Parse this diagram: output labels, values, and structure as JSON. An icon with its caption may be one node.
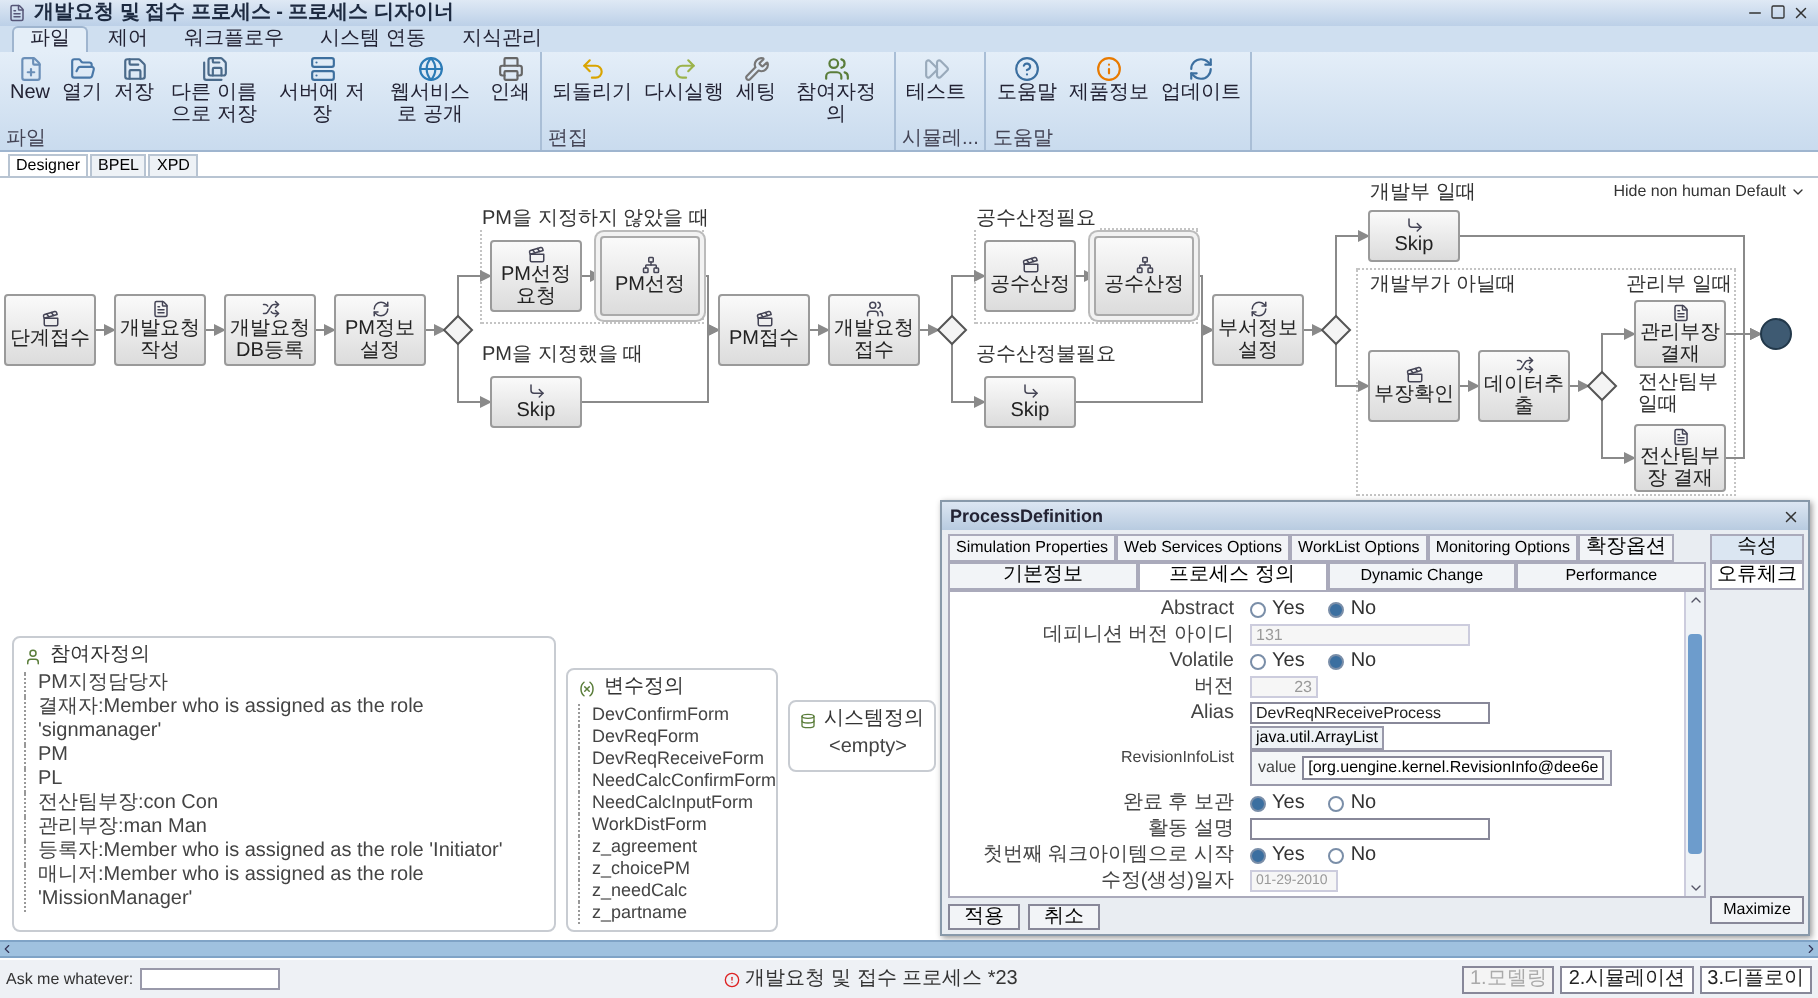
{
  "diagram": {
    "title": "개발요청 및 접수 프로세스 - 프로세스 디자이너",
    "nodes": [
      {
        "text": [
          "단계접수"
        ]
      },
      {
        "text": [
          "개발요청 작성"
        ]
      },
      {
        "text": [
          "개발요청 DB등록"
        ]
      },
      {
        "text": [
          "PM정보 설정"
        ]
      },
      {
        "text": [],
        "shape": "diamond"
      },
      {
        "text": [
          "PM선정 요청"
        ]
      },
      {
        "text": [
          "PM선정"
        ]
      },
      {
        "text": [
          "Skip"
        ]
      },
      {
        "text": [
          "PM접수"
        ]
      },
      {
        "text": [
          "개발요청 접수"
        ]
      },
      {
        "text": [],
        "shape": "diamond"
      },
      {
        "text": [
          "공수산정"
        ]
      },
      {
        "text": [
          "공수산정"
        ]
      },
      {
        "text": [
          "Skip"
        ]
      },
      {
        "text": [
          "부서정보 설정"
        ]
      },
      {
        "text": [],
        "shape": "diamond"
      },
      {
        "text": [
          "Skip"
        ]
      },
      {
        "text": [
          "부장확인"
        ]
      },
      {
        "text": [
          "데이터추출"
        ]
      },
      {
        "text": [],
        "shape": "diamond"
      },
      {
        "text": [
          "관리부장 결재"
        ]
      },
      {
        "text": [
          "전산팀부장 결재"
        ]
      },
      {
        "text": [],
        "shape": "circle"
      },
      {
        "text": [
          "참여자정의",
          "PM지정담당자",
          "결재자:Member who is assigned as the role 'signmanager'",
          "PM",
          "PL",
          "전산팀부장:con Con",
          "관리부장:man Man",
          "등록자:Member who is assigned as the role 'Initiator'",
          "매니저:Member who is assigned as the role 'MissionManager'"
        ]
      },
      {
        "text": [
          "변수정의",
          "DevConfirmForm",
          "DevReqForm",
          "DevReqReceiveForm",
          "NeedCalcConfirmForm",
          "NeedCalcInputForm",
          "WorkDistForm",
          "z_agreement",
          "z_choicePM",
          "z_needCalc",
          "z_partname"
        ]
      },
      {
        "text": [
          "시스템정의",
          "<empty>"
        ]
      }
    ],
    "edges": [
      {
        "from": 0,
        "to": 1,
        "arrow": "to"
      },
      {
        "from": 1,
        "to": 2,
        "arrow": "to"
      },
      {
        "from": 2,
        "to": 3,
        "arrow": "to"
      },
      {
        "from": 3,
        "to": 4,
        "arrow": "to"
      },
      {
        "from": 4,
        "to": 5,
        "arrow": "to",
        "label": "PM을 지정하지 않았을 때"
      },
      {
        "from": 5,
        "to": 6,
        "arrow": "to"
      },
      {
        "from": 4,
        "to": 7,
        "arrow": "to",
        "label": "PM을 지정했을 때"
      },
      {
        "from": 6,
        "to": 8,
        "arrow": "to"
      },
      {
        "from": 7,
        "to": 8,
        "arrow": "to"
      },
      {
        "from": 8,
        "to": 9,
        "arrow": "to"
      },
      {
        "from": 9,
        "to": 10,
        "arrow": "to"
      },
      {
        "from": 10,
        "to": 11,
        "arrow": "to",
        "label": "공수산정필요"
      },
      {
        "from": 11,
        "to": 12,
        "arrow": "to"
      },
      {
        "from": 10,
        "to": 13,
        "arrow": "to",
        "label": "공수산정불필요"
      },
      {
        "from": 12,
        "to": 14,
        "arrow": "to"
      },
      {
        "from": 13,
        "to": 14,
        "arrow": "to"
      },
      {
        "from": 14,
        "to": 15,
        "arrow": "to"
      },
      {
        "from": 15,
        "to": 16,
        "arrow": "to",
        "label": "개발부 일때"
      },
      {
        "from": 15,
        "to": 17,
        "arrow": "to",
        "label": "개발부가 아닐때"
      },
      {
        "from": 17,
        "to": 18,
        "arrow": "to"
      },
      {
        "from": 18,
        "to": 19,
        "arrow": "to"
      },
      {
        "from": 19,
        "to": 20,
        "arrow": "to",
        "label": "관리부 일때"
      },
      {
        "from": 19,
        "to": 21,
        "arrow": "to",
        "label": "전산팀부 일때"
      },
      {
        "from": 16,
        "to": 22,
        "arrow": "to"
      },
      {
        "from": 20,
        "to": 22,
        "arrow": "to"
      },
      {
        "from": 21,
        "to": 22,
        "arrow": "to"
      }
    ],
    "labels": [
      "파일",
      "제어",
      "워크플로우",
      "시스템 연동",
      "지식관리",
      "New",
      "열기",
      "저장",
      "다른 이름으로 저장",
      "서버에 저장",
      "웹서비스로 공개",
      "인쇄",
      "파일",
      "되돌리기",
      "다시실행",
      "세팅",
      "참여자정의",
      "편집",
      "테스트",
      "시뮬레...",
      "도움말",
      "제품정보",
      "업데이트",
      "도움말",
      "Designer",
      "BPEL",
      "XPD",
      "Hide non human Default",
      "ProcessDefinition",
      "Simulation Properties",
      "Web Services Options",
      "WorkList Options",
      "Monitoring Options",
      "확장옵션",
      "기본정보",
      "프로세스 정의",
      "Dynamic Change",
      "Performance",
      "속성",
      "오류체크",
      "Abstract",
      "Yes",
      "No",
      "데피니션 버전 아이디",
      "131",
      "Volatile",
      "Yes",
      "No",
      "버전",
      "23",
      "Alias",
      "DevReqNReceiveProcess",
      "RevisionInfoList",
      "java.util.ArrayList",
      "value",
      "[org.uengine.kernel.RevisionInfo@dee6e",
      "완료 후 보관",
      "Yes",
      "No",
      "활동 설명",
      "첫번째 워크아이템으로 시작",
      "Yes",
      "No",
      "수정(생성)일자",
      "01-29-2010",
      "적용",
      "취소",
      "Maximize",
      "Ask me whatever:",
      "개발요청 및 접수 프로세스 *23",
      "1.모델링",
      "2.시뮬레이션",
      "3.디플로이"
    ]
  }
}
